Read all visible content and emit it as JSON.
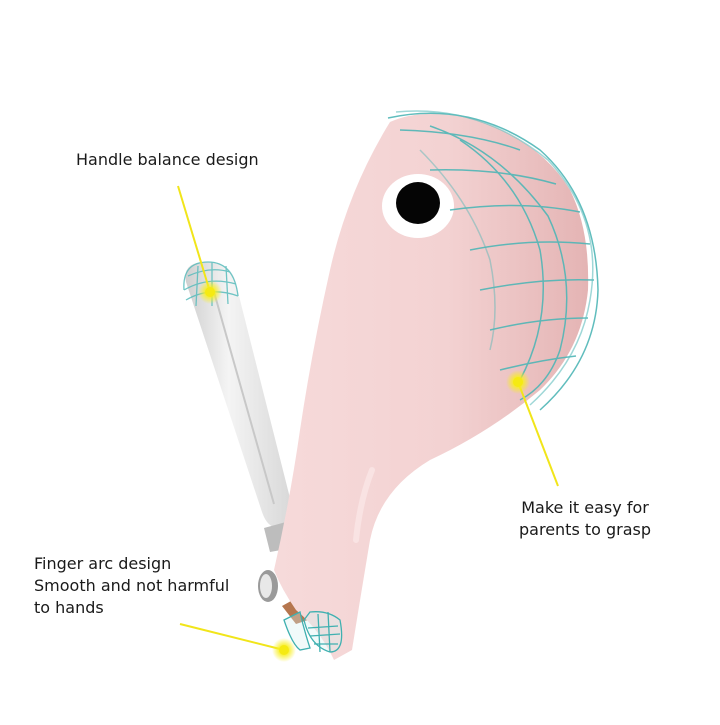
{
  "annotations": {
    "handle": {
      "text": "Handle balance design"
    },
    "grasp": {
      "lines": [
        "Make it easy for",
        "parents to grasp"
      ]
    },
    "finger": {
      "lines": [
        "Finger arc design",
        "Smooth and not harmful",
        "to hands"
      ]
    }
  },
  "colors": {
    "body_pink": "#f2cfcf",
    "body_pink_dark": "#e7b8b8",
    "mesh_teal": "#4fb6b6",
    "callout_yellow": "#f5ea12",
    "lever_gray": "#e6e6e6",
    "eye_black": "#050505"
  },
  "icons": {
    "eye": "eye-icon",
    "callout_dot": "yellow-dot-icon"
  }
}
